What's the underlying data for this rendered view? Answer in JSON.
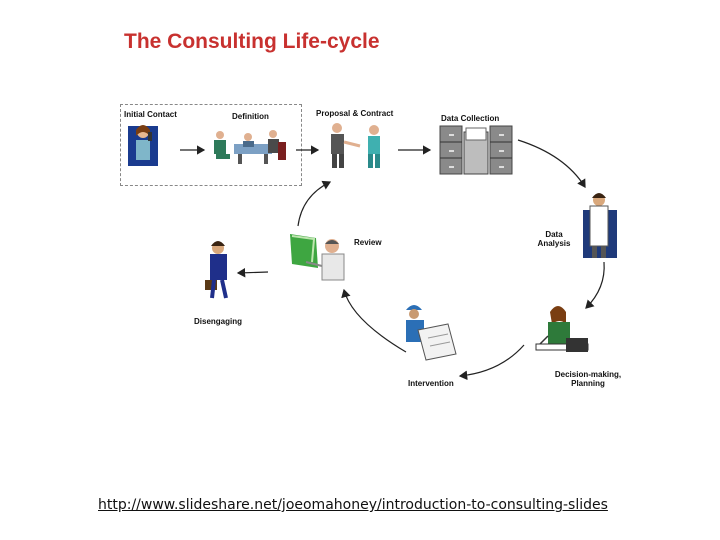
{
  "title": "The Consulting Life-cycle",
  "stages": {
    "initial_contact": "Initial Contact",
    "definition": "Definition",
    "proposal_contract": "Proposal & Contract",
    "data_collection": "Data Collection",
    "data_analysis_line1": "Data",
    "data_analysis_line2": "Analysis",
    "decision_line1": "Decision-making,",
    "decision_line2": "Planning",
    "intervention": "Intervention",
    "review": "Review",
    "disengaging": "Disengaging"
  },
  "source_url": "http://www.slideshare.net/joeomahoney/introduction-to-consulting-slides",
  "colors": {
    "title": "#c8312f",
    "arrow": "#222222"
  }
}
